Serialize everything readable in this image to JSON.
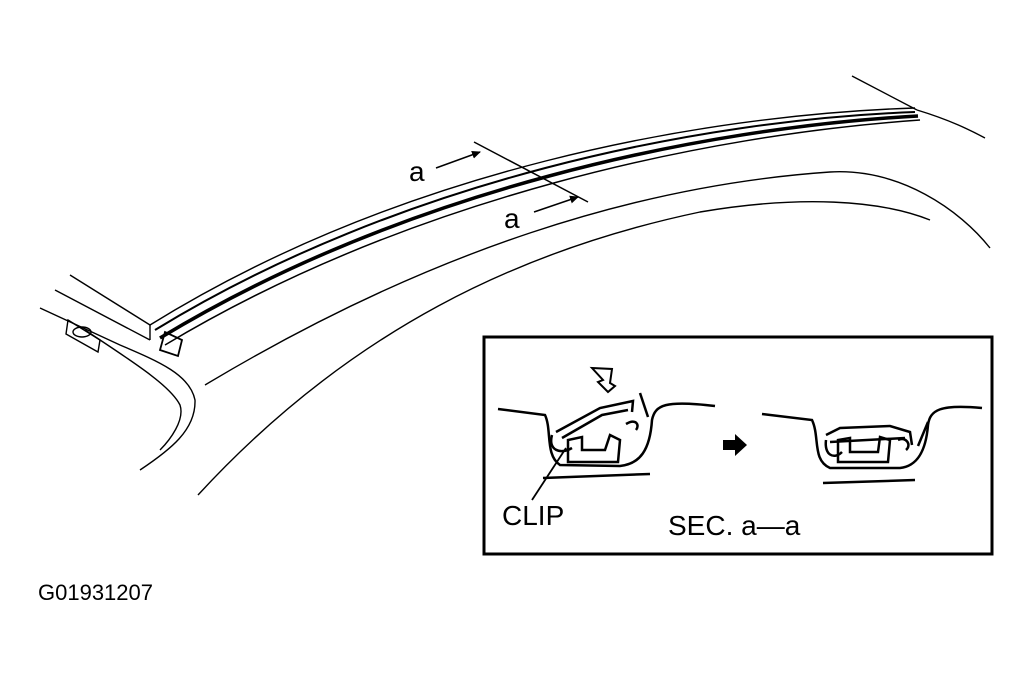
{
  "labels": {
    "section_marker_top": "a",
    "section_marker_bottom": "a",
    "clip": "CLIP",
    "section_title": "SEC. a—a",
    "figure_id": "G01931207"
  },
  "colors": {
    "line": "#000000",
    "background": "#ffffff"
  }
}
